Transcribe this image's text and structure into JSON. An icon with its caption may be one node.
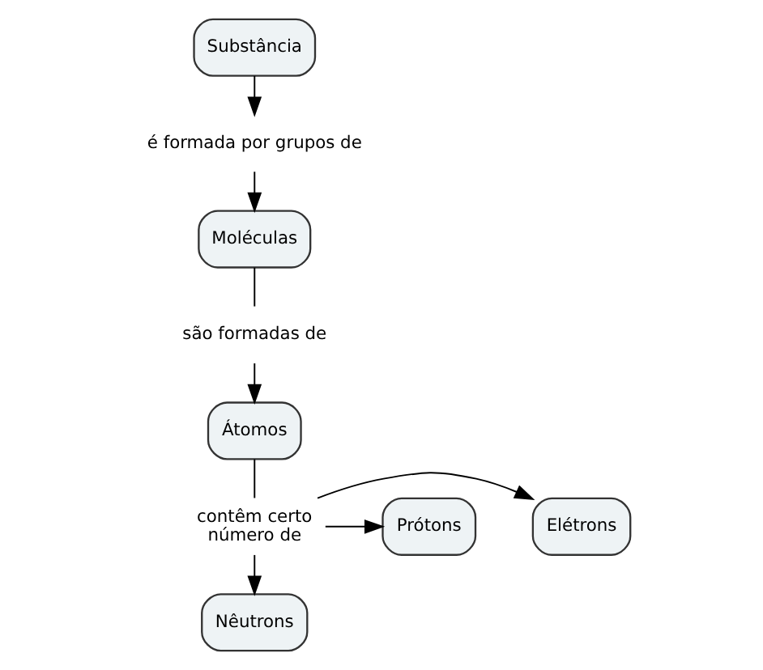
{
  "diagram": {
    "nodes": [
      {
        "text": [
          "Substância"
        ]
      },
      {
        "text": [
          "é formada por grupos de"
        ]
      },
      {
        "text": [
          "Moléculas"
        ]
      },
      {
        "text": [
          "são formadas de"
        ]
      },
      {
        "text": [
          "Átomos"
        ]
      },
      {
        "text": [
          "Elétrons"
        ]
      },
      {
        "text": [
          "contêm certo número de"
        ]
      },
      {
        "text": [
          "Prótons"
        ]
      },
      {
        "text": [
          "Nêutrons"
        ]
      }
    ],
    "edges": [
      {
        "from": 0,
        "to": 1,
        "arrow": "to"
      },
      {
        "from": 1,
        "to": 2,
        "arrow": "to"
      },
      {
        "from": 2,
        "to": 3,
        "arrow": "none"
      },
      {
        "from": 3,
        "to": 4,
        "arrow": "to"
      },
      {
        "from": 4,
        "to": 6,
        "arrow": "none"
      },
      {
        "from": 6,
        "to": 5,
        "arrow": "to"
      },
      {
        "from": 6,
        "to": 7,
        "arrow": "to"
      },
      {
        "from": 6,
        "to": 8,
        "arrow": "to"
      }
    ]
  }
}
